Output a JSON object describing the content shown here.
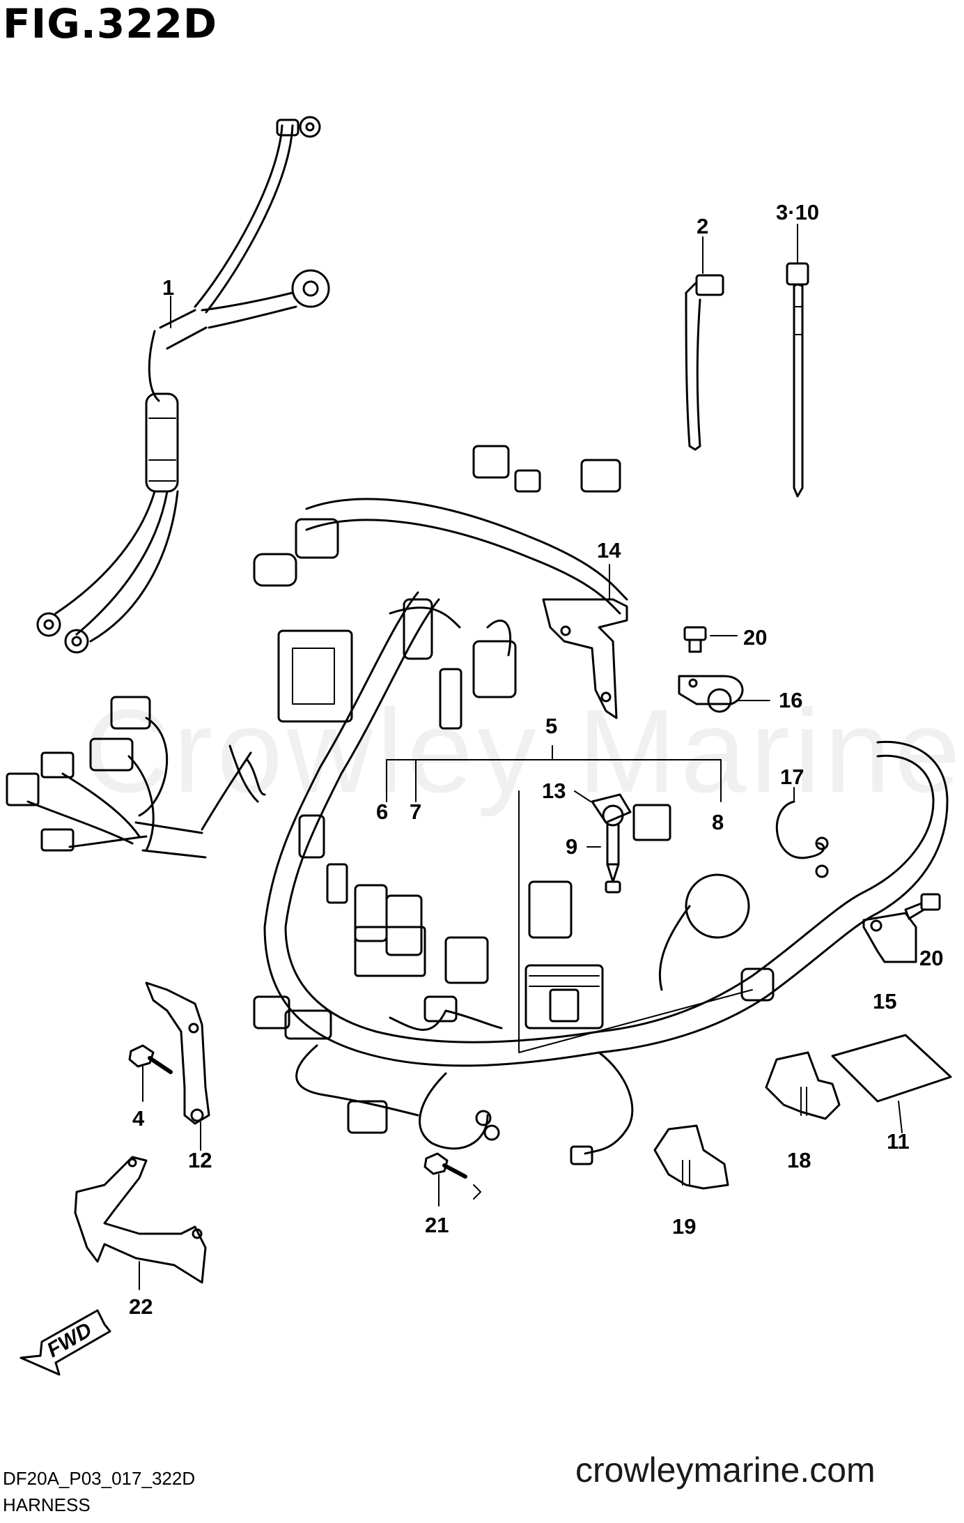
{
  "header": {
    "figure_title": "FIG.322D"
  },
  "footer": {
    "drawing_code": "DF20A_P03_017_322D",
    "group_name": "HARNESS",
    "site": "crowleymarine.com"
  },
  "watermark": "Crowley Marine",
  "fwd_label": "FWD",
  "callouts": [
    {
      "id": "c1",
      "text": "1"
    },
    {
      "id": "c2",
      "text": "2"
    },
    {
      "id": "c3",
      "text": "3·10"
    },
    {
      "id": "c4",
      "text": "4"
    },
    {
      "id": "c5",
      "text": "5"
    },
    {
      "id": "c6",
      "text": "6"
    },
    {
      "id": "c7",
      "text": "7"
    },
    {
      "id": "c8",
      "text": "8"
    },
    {
      "id": "c9",
      "text": "9"
    },
    {
      "id": "c11",
      "text": "11"
    },
    {
      "id": "c12",
      "text": "12"
    },
    {
      "id": "c13",
      "text": "13"
    },
    {
      "id": "c14",
      "text": "14"
    },
    {
      "id": "c15",
      "text": "15"
    },
    {
      "id": "c16",
      "text": "16"
    },
    {
      "id": "c17",
      "text": "17"
    },
    {
      "id": "c18",
      "text": "18"
    },
    {
      "id": "c19",
      "text": "19"
    },
    {
      "id": "c20a",
      "text": "20"
    },
    {
      "id": "c20b",
      "text": "20"
    },
    {
      "id": "c21",
      "text": "21"
    },
    {
      "id": "c22",
      "text": "22"
    }
  ]
}
